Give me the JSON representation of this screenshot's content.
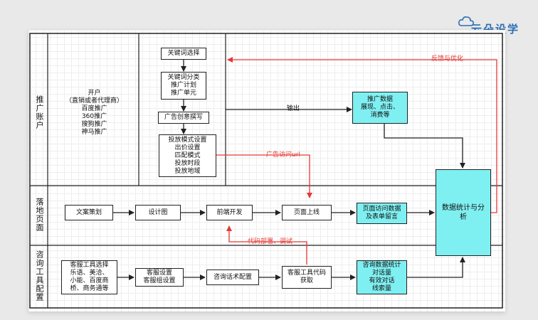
{
  "logo": {
    "text": "云朵设学"
  },
  "lanes": [
    {
      "title": "推广账户"
    },
    {
      "title": "落地页面"
    },
    {
      "title": "咨询工具配置"
    }
  ],
  "account": {
    "open_text": "开户\n（直销或者代理商）\n百度推广\n360推广\n搜狗推广\n神马推广",
    "keyword_select": "关键词选择",
    "keyword_group": "关键词分类\n推广计划\n推广单元",
    "creative": "广告创意撰写",
    "settings": "投放模式设置\n出价设置\n匹配模式\n投放时段\n投放地域",
    "data": "推广数据\n展现、点击、\n消费等"
  },
  "landing": {
    "copy": "文案策划",
    "design": "设计图",
    "frontend": "前端开发",
    "launch": "页面上线",
    "visit_data": "页面访问数据\n及表单留言"
  },
  "consult": {
    "select": "客服工具选择\n乐语、美洽、\n小能、百度商\n桥、商务通等",
    "setup": "客服设置\n客服组设置",
    "script": "咨询话术配置",
    "code": "客服工具代码\n获取",
    "stats": "咨询数据统计\n对话量\n有效对话\n线索量"
  },
  "analysis": {
    "label": "数据统计与分\n析"
  },
  "labels": {
    "output": "输出",
    "feedback": "反馈与优化",
    "ad_url": "广告访问url",
    "code_deploy": "代码部署、调试"
  },
  "colors": {
    "accent_red": "#e53935",
    "cyan": "#7ff0f2"
  }
}
